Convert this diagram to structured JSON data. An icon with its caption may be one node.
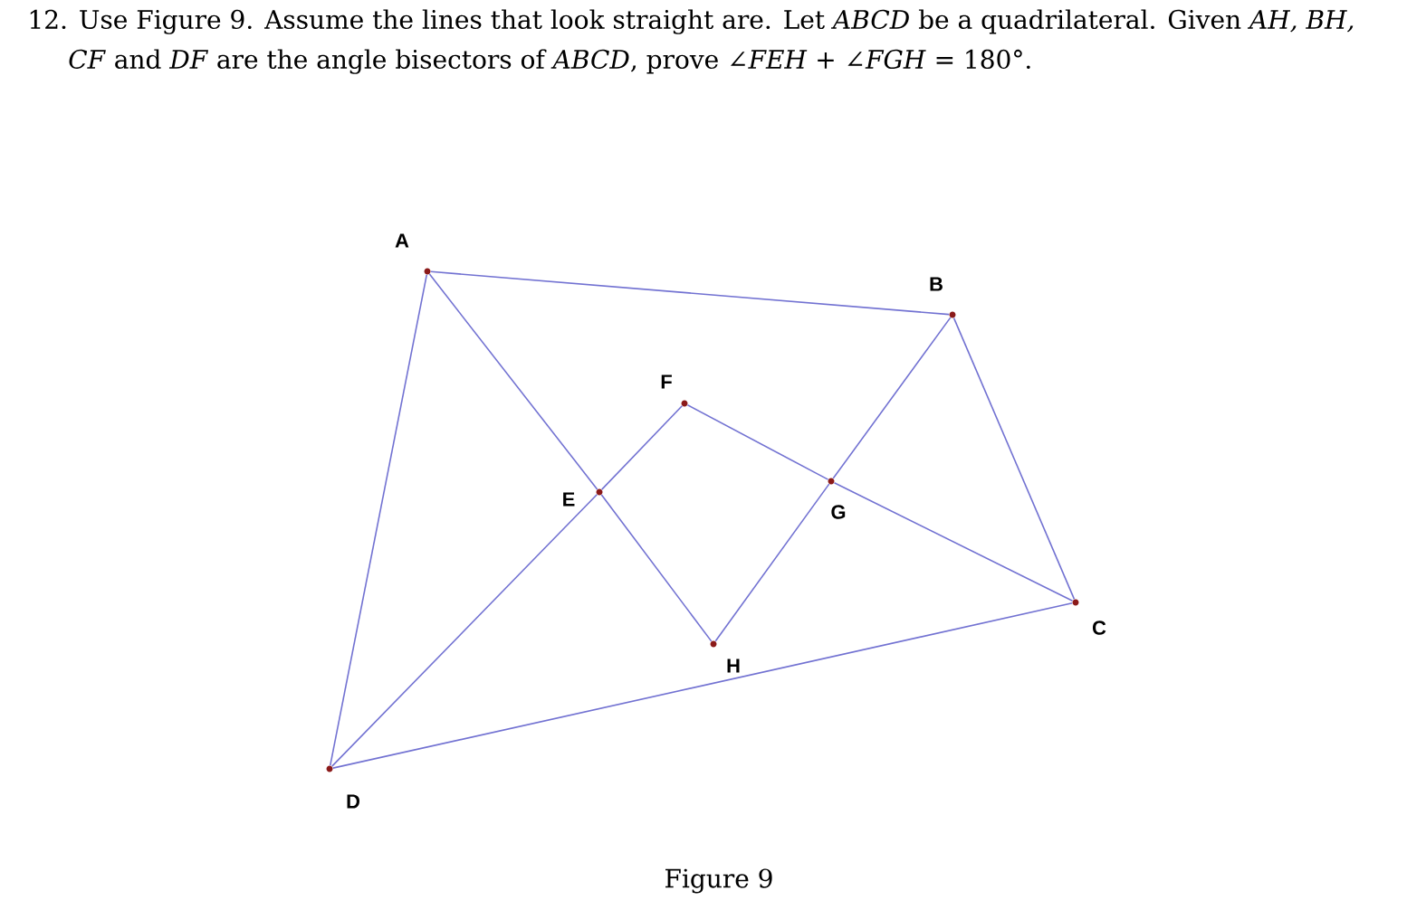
{
  "diagram": {
    "title": "12. Use Figure 9. Assume the lines that look straight are. Let *ABCD* be a quadrilateral. Given *AH, BH, CF* and *DF* are the angle bisectors of *ABCD*, prove ∠*FEH* + ∠*FGH* = 180°.",
    "caption": "Figure 9",
    "nodes": [
      {
        "text": [
          "A"
        ]
      },
      {
        "text": [
          "B"
        ]
      },
      {
        "text": [
          "C"
        ]
      },
      {
        "text": [
          "D"
        ]
      },
      {
        "text": [
          "E"
        ]
      },
      {
        "text": [
          "F"
        ]
      },
      {
        "text": [
          "G"
        ]
      },
      {
        "text": [
          "H"
        ]
      }
    ],
    "edges": [
      {
        "from": 0,
        "to": 1,
        "arrow": "none"
      },
      {
        "from": 1,
        "to": 2,
        "arrow": "none"
      },
      {
        "from": 2,
        "to": 3,
        "arrow": "none"
      },
      {
        "from": 3,
        "to": 0,
        "arrow": "none"
      },
      {
        "from": 0,
        "to": 4,
        "arrow": "none"
      },
      {
        "from": 4,
        "to": 7,
        "arrow": "none"
      },
      {
        "from": 1,
        "to": 6,
        "arrow": "none"
      },
      {
        "from": 6,
        "to": 7,
        "arrow": "none"
      },
      {
        "from": 2,
        "to": 6,
        "arrow": "none"
      },
      {
        "from": 6,
        "to": 5,
        "arrow": "none"
      },
      {
        "from": 3,
        "to": 4,
        "arrow": "none"
      },
      {
        "from": 4,
        "to": 5,
        "arrow": "none"
      }
    ]
  }
}
